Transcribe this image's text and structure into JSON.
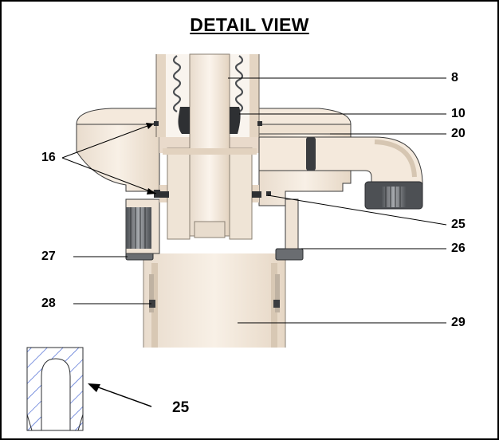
{
  "title": "DETAIL VIEW",
  "callouts": {
    "p8": "8",
    "p10": "10",
    "p20": "20",
    "p16": "16",
    "p25": "25",
    "p26": "26",
    "p27": "27",
    "p28": "28",
    "p29": "29"
  },
  "inset": {
    "label": "25"
  },
  "colors": {
    "body": "#f4e9dc",
    "body_shade": "#e7d6c3",
    "gray": "#5f6266",
    "dark": "#2b2d30",
    "outline": "#3a3a3a",
    "hatch": "#2b4fc9"
  }
}
